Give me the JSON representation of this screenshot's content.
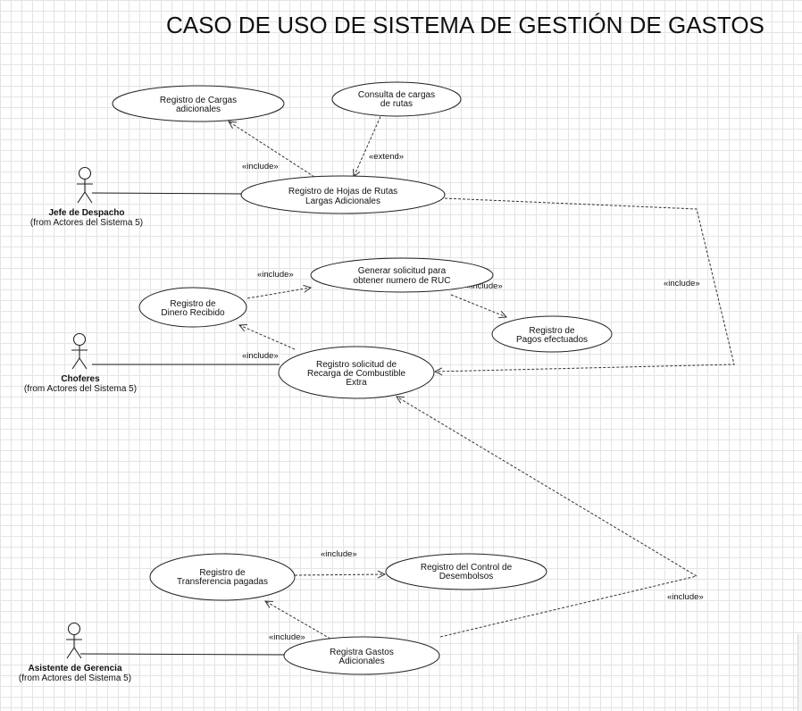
{
  "title": "CASO DE USO DE SISTEMA DE GESTIÓN DE GASTOS",
  "actors": {
    "jefe": {
      "name": "Jefe de Despacho",
      "from": "(from Actores del Sistema 5)"
    },
    "choferes": {
      "name": "Choferes",
      "from": "(from Actores del Sistema 5)"
    },
    "asistente": {
      "name": "Asistente de Gerencia",
      "from": "(from Actores del Sistema 5)"
    }
  },
  "use_cases": {
    "registro_cargas": [
      "Registro de Cargas",
      "adicionales"
    ],
    "consulta_cargas": [
      "Consulta de cargas",
      "de rutas"
    ],
    "hojas_rutas": [
      "Registro de Hojas de Rutas",
      "Largas Adicionales"
    ],
    "generar_solicitud": [
      "Generar solicitud para",
      "obtener numero de RUC"
    ],
    "dinero_recibido": [
      "Registro de",
      "Dinero Recibido"
    ],
    "pagos_efectuados": [
      "Registro de",
      "Pagos efectuados"
    ],
    "recarga_combustible": [
      "Registro solicitud de",
      "Recarga de Combustible",
      "Extra"
    ],
    "transferencia": [
      "Registro de",
      "Transferencia pagadas"
    ],
    "control_desembolsos": [
      "Registro del Control de",
      "Desembolsos"
    ],
    "gastos_adicionales": [
      "Registra Gastos",
      "Adicionales"
    ]
  },
  "relations": {
    "include": "«include»",
    "extend": "«extend»"
  }
}
